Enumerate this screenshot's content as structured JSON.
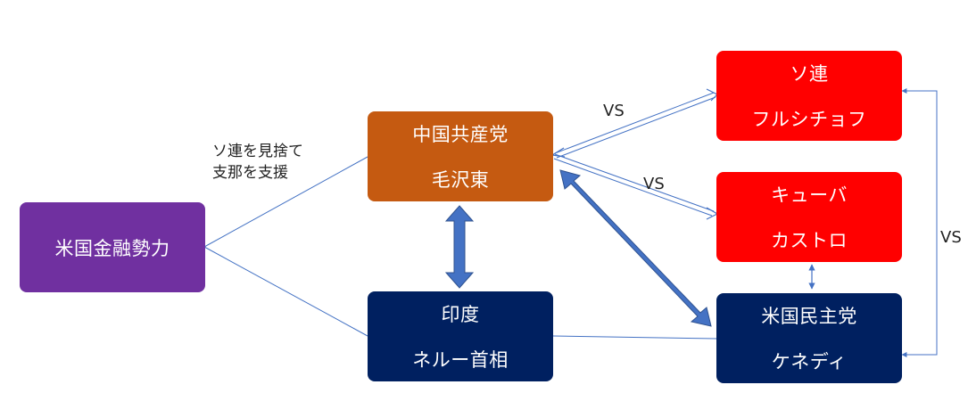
{
  "nodes": {
    "us_finance": {
      "label": "米国金融勢力",
      "color": "#7030a0"
    },
    "ccp": {
      "line1": "中国共産党",
      "line2": "毛沢東",
      "color": "#c55a11"
    },
    "india": {
      "line1": "印度",
      "line2": "ネルー首相",
      "color": "#002060"
    },
    "ussr": {
      "line1": "ソ連",
      "line2": "フルシチョフ",
      "color": "#ff0000"
    },
    "cuba": {
      "line1": "キューバ",
      "line2": "カストロ",
      "color": "#ff0000"
    },
    "us_dem": {
      "line1": "米国民主党",
      "line2": "ケネディ",
      "color": "#002060"
    }
  },
  "labels": {
    "abandon_line1": "ソ連を見捨て",
    "abandon_line2": "支那を支援",
    "vs_ussr": "VS",
    "vs_cuba": "VS",
    "vs_right": "VS"
  },
  "colors": {
    "connector": "#4472c4",
    "thick_arrow": "#4472c4"
  }
}
